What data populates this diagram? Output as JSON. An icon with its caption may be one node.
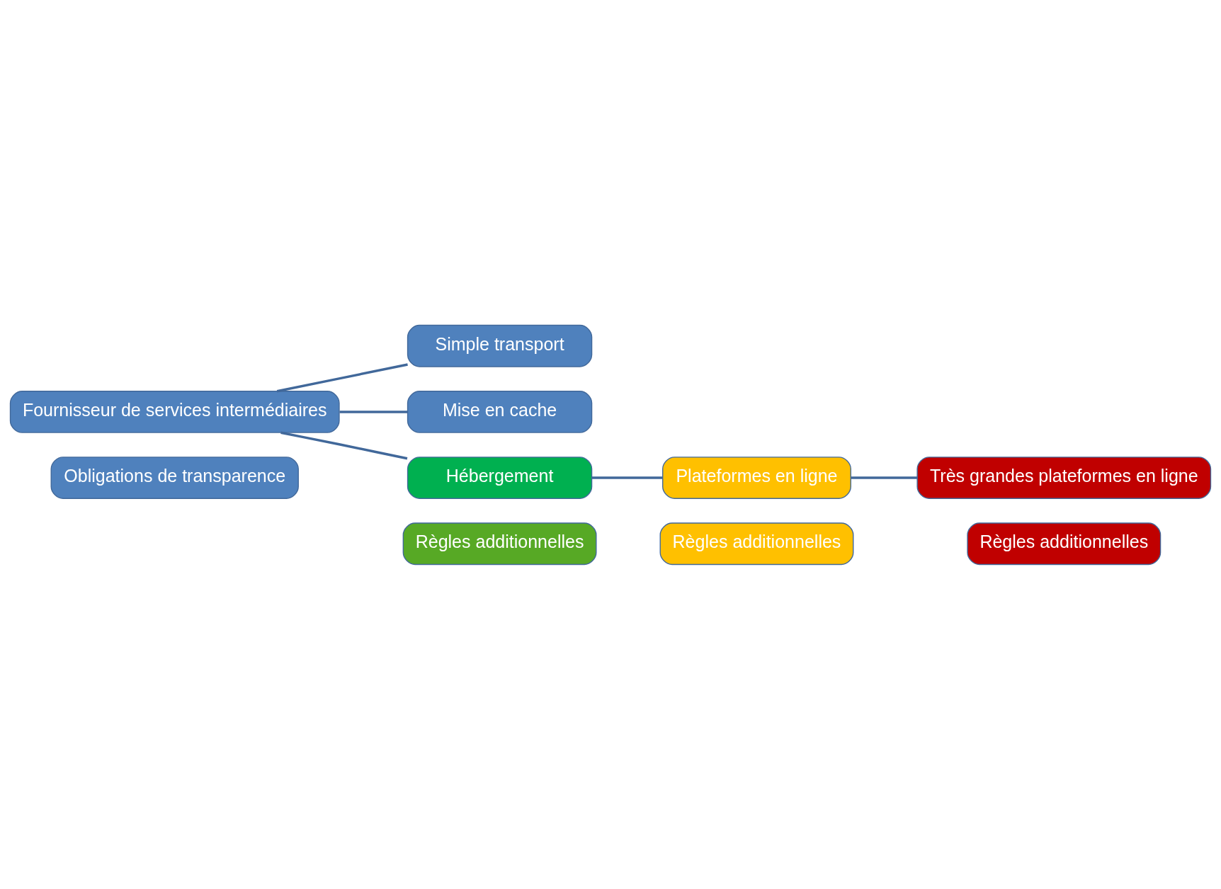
{
  "diagram": {
    "nodes": [
      {
        "text": [
          "Fournisseur de services intermédiaires"
        ]
      },
      {
        "text": [
          "Simple transport"
        ]
      },
      {
        "text": [
          "Mise en cache"
        ]
      },
      {
        "text": [
          "Hébergement"
        ]
      },
      {
        "text": [
          "Plateformes en ligne"
        ]
      },
      {
        "text": [
          "Très grandes plateformes en ligne"
        ]
      },
      {
        "text": [
          "Règles additionnelles"
        ]
      },
      {
        "text": [
          "Règles additionnelles"
        ]
      },
      {
        "text": [
          "Règles additionnelles"
        ]
      },
      {
        "text": [
          "Obligations de transparence"
        ]
      }
    ],
    "edges": [
      {
        "from": 0,
        "to": 1,
        "arrow": "none"
      },
      {
        "from": 0,
        "to": 2,
        "arrow": "none"
      },
      {
        "from": 0,
        "to": 3,
        "arrow": "none"
      },
      {
        "from": 3,
        "to": 4,
        "arrow": "none"
      },
      {
        "from": 4,
        "to": 5,
        "arrow": "none"
      }
    ]
  }
}
